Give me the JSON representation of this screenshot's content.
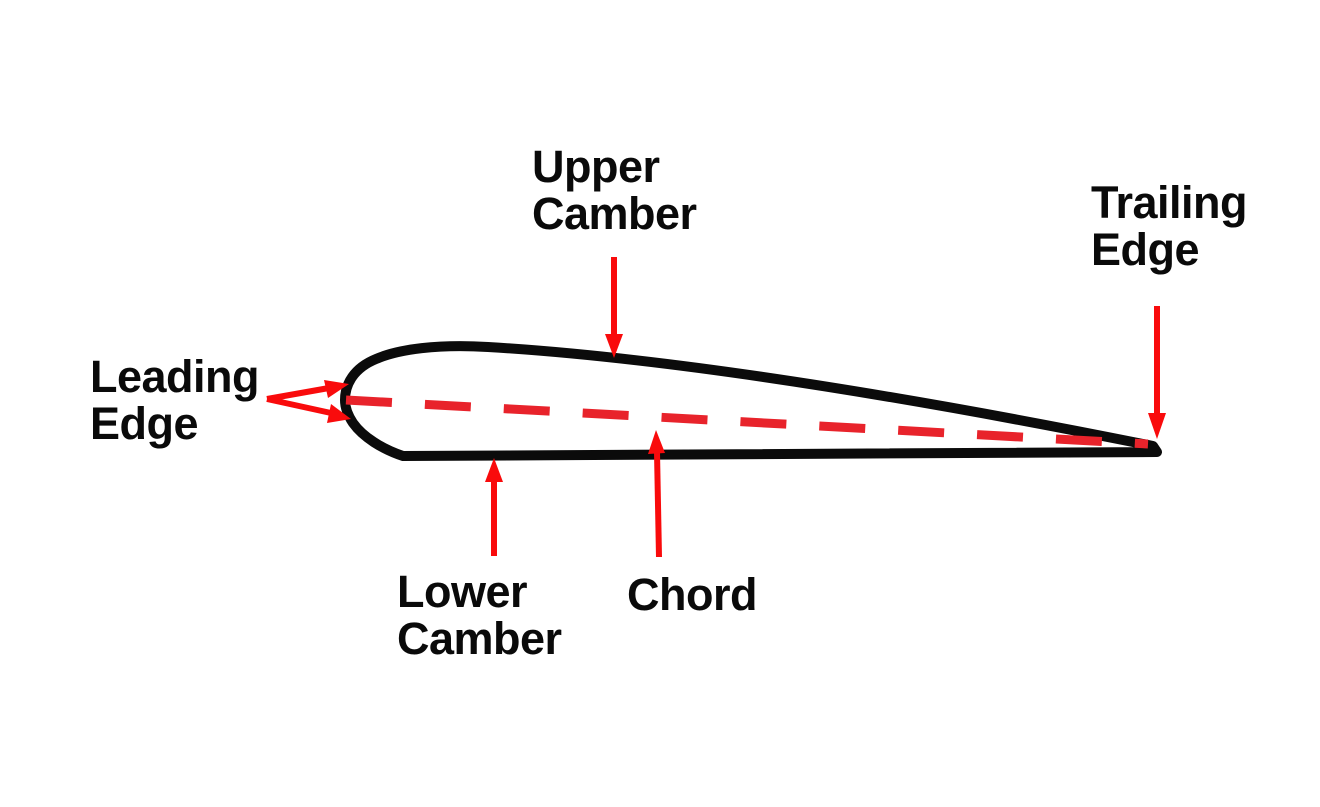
{
  "diagram": {
    "title": "Airfoil cross-section terminology diagram"
  },
  "colors": {
    "background": "#ffffff",
    "outline": "#0b0b0b",
    "text": "#0a0a0a",
    "arrow": "#f90b0c",
    "chord": "#e8232b"
  },
  "labels": {
    "upper_camber": {
      "line1": "Upper",
      "line2": "Camber"
    },
    "trailing_edge": {
      "line1": "Trailing",
      "line2": "Edge"
    },
    "leading_edge": {
      "line1": "Leading",
      "line2": "Edge"
    },
    "lower_camber": {
      "line1": "Lower",
      "line2": "Camber"
    },
    "chord": {
      "line1": "Chord"
    }
  }
}
